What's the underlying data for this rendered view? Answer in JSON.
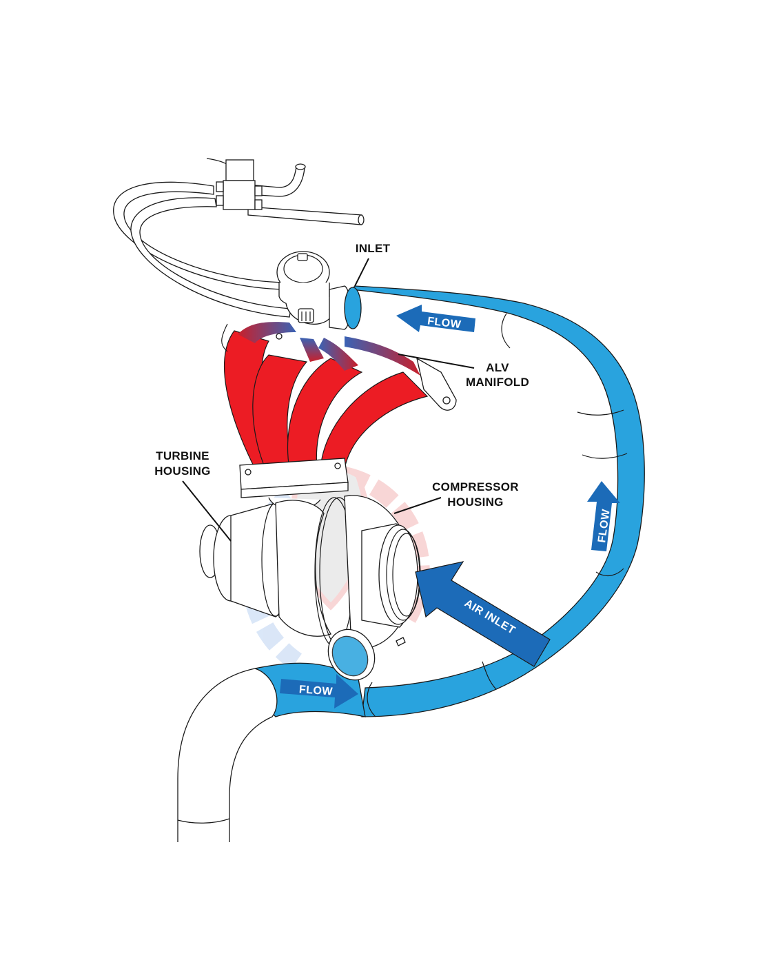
{
  "diagram": {
    "title": "Turbo recirculation layout with ALV manifold",
    "labels": {
      "inlet": "INLET",
      "alv_manifold_line1": "ALV",
      "alv_manifold_line2": "MANIFOLD",
      "turbine_housing_line1": "TURBINE",
      "turbine_housing_line2": "HOUSING",
      "compressor_housing_line1": "COMPRESSOR",
      "compressor_housing_line2": "HOUSING"
    },
    "arrows": {
      "flow_top": "FLOW",
      "flow_right": "FLOW",
      "flow_bottom": "FLOW",
      "air_inlet": "AIR INLET"
    },
    "colors": {
      "pipe_blue": "#29a3de",
      "arrow_blue": "#1c6bb8",
      "exhaust_red": "#ec1c24",
      "outline": "#1a1a1a",
      "watermark_red": "#f4b6b6",
      "watermark_blue": "#bcd3f2"
    },
    "components": [
      "solenoid-valve",
      "vacuum-hoses",
      "blow-off-valve",
      "alv-manifold",
      "exhaust-runners",
      "turbine-housing",
      "compressor-housing",
      "recirculation-pipe",
      "downpipe"
    ]
  }
}
